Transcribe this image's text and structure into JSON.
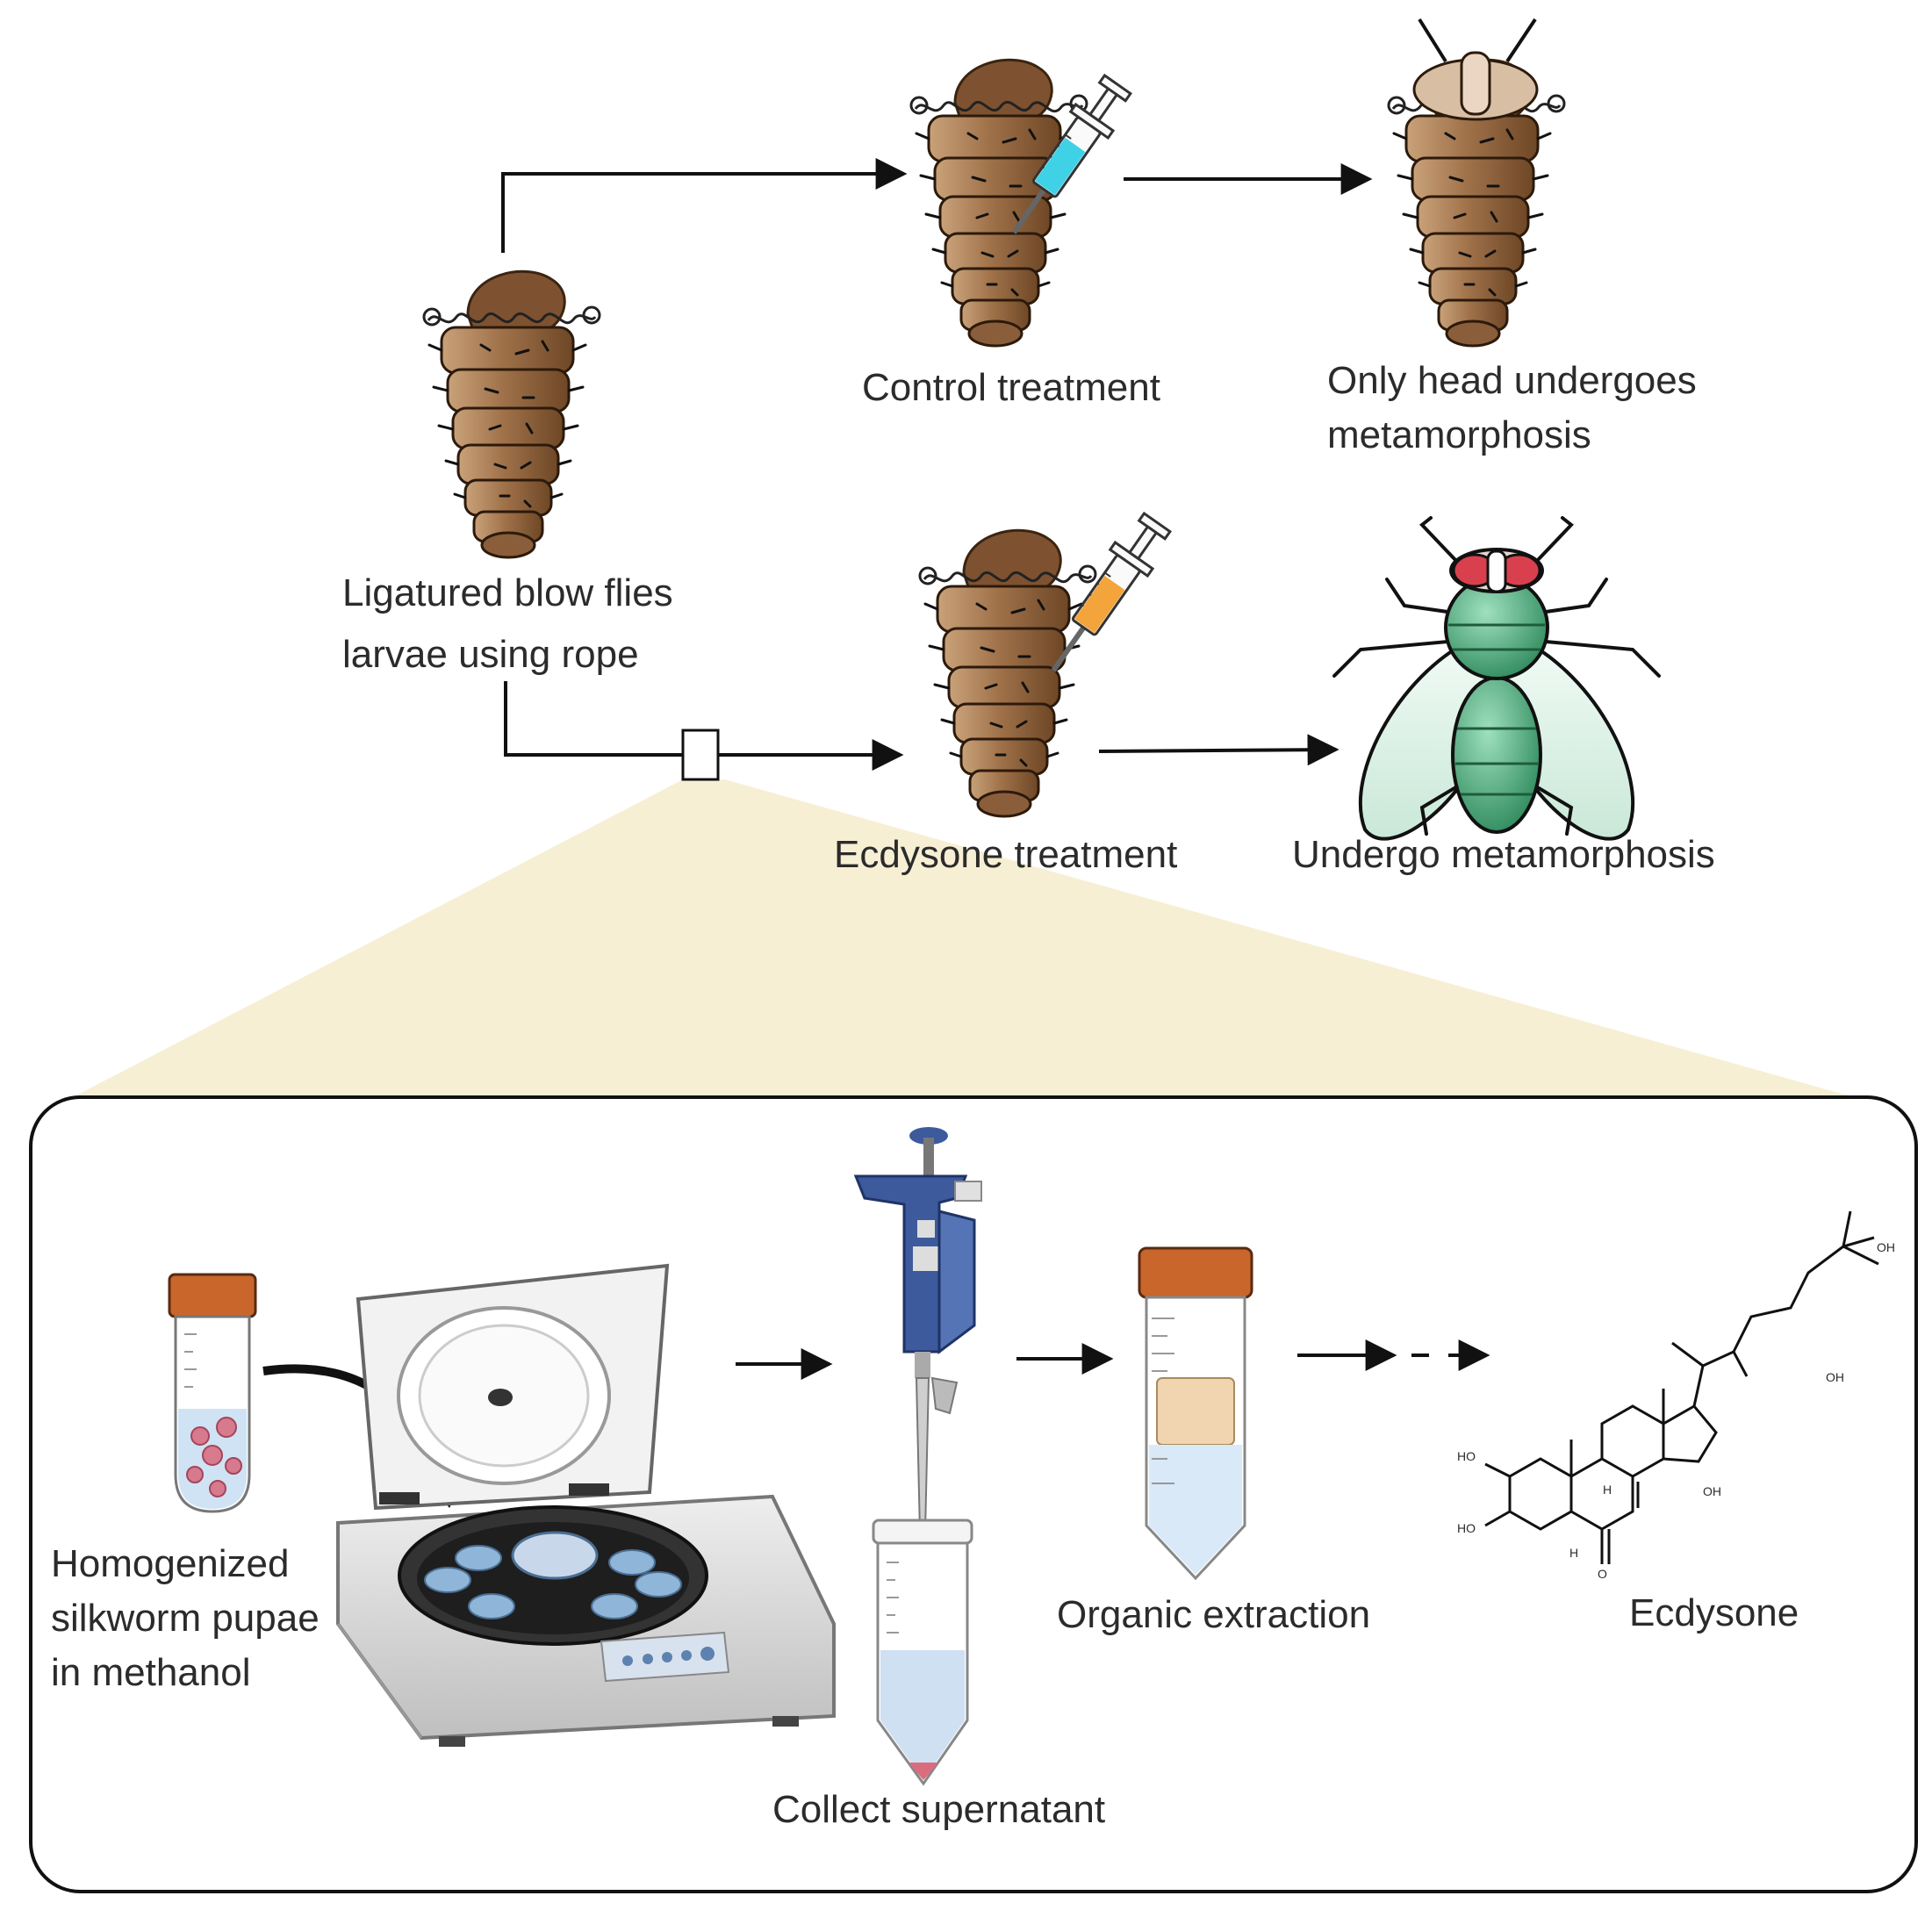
{
  "labels": {
    "ligatured_line1": "Ligatured blow flies",
    "ligatured_line2": "larvae using rope",
    "control": "Control treatment",
    "only_head_line1": "Only head undergoes",
    "only_head_line2": "metamorphosis",
    "ecdysone_treatment": "Ecdysone treatment",
    "undergo": "Undergo metamorphosis",
    "homog_line1": "Homogenized",
    "homog_line2": "silkworm pupae",
    "homog_line3": "in methanol",
    "collect": "Collect supernatant",
    "organic": "Organic extraction",
    "ecdysone": "Ecdysone"
  },
  "molecule": {
    "oh_top": "OH",
    "oh_side": "OH",
    "oh_mid": "OH",
    "ho_upper": "HO",
    "ho_lower": "HO",
    "h_left": "H",
    "h_mid": "H",
    "o_keto": "O"
  },
  "colors": {
    "larva_body": "#a0724a",
    "larva_head": "#7e5230",
    "control_liquid": "#3fd2e6",
    "ecdysone_liquid": "#f3a43a",
    "fly_green": "#3f9a6e",
    "fly_eye": "#d9404e",
    "zoom_fill": "#f7efd4",
    "pipette_blue": "#3d5a9c",
    "tube_cap": "#c8662c"
  }
}
